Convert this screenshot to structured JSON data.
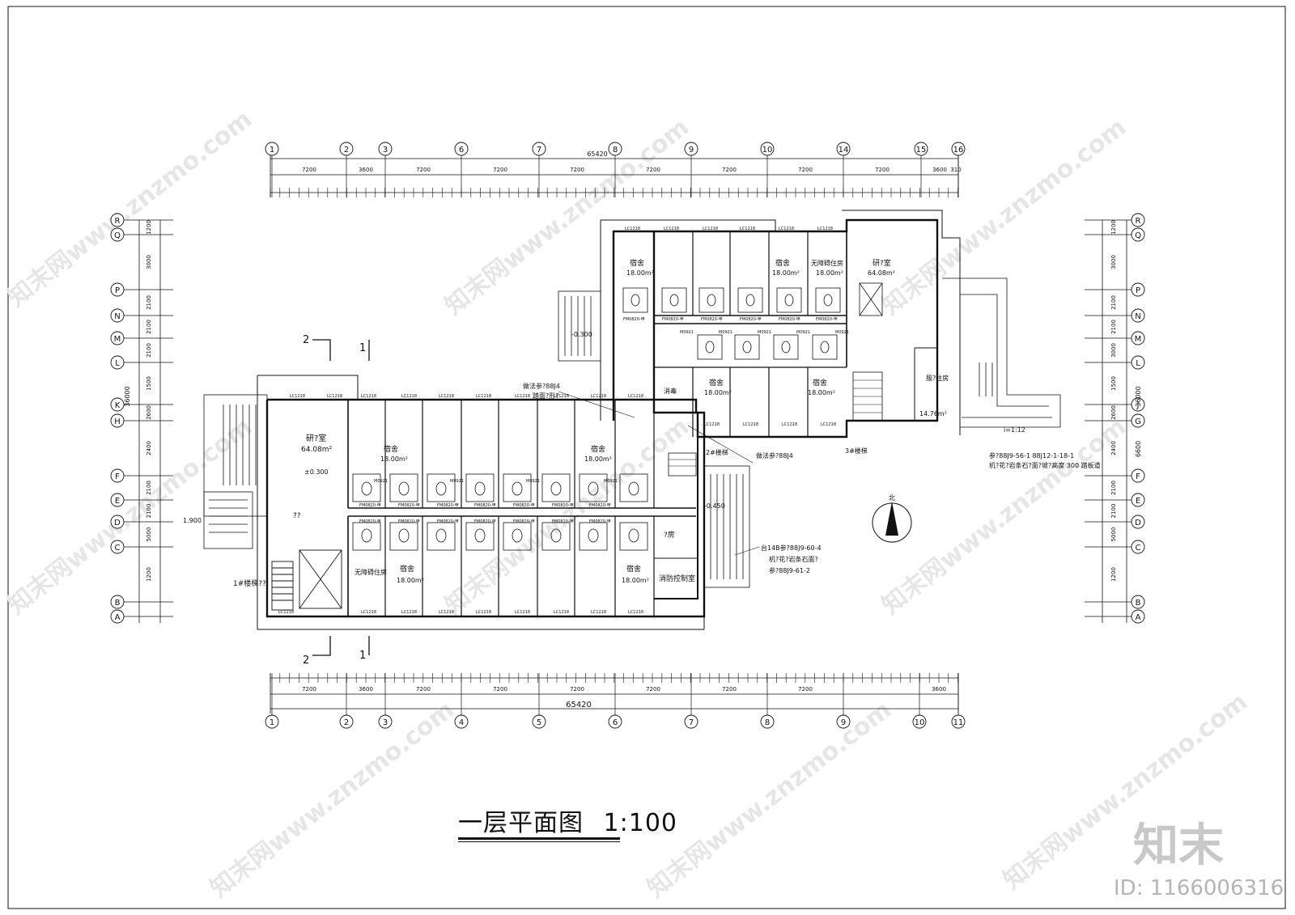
{
  "drawing": {
    "title": "一层平面图",
    "scale": "1:100",
    "total_length": "65420"
  },
  "watermark": {
    "logo": "知末",
    "id_text": "ID: 1166006316",
    "repeat_text": "知末网www.znzmo.com"
  },
  "axes": {
    "top_numbers": [
      "1",
      "2",
      "3",
      "6",
      "7",
      "8",
      "9",
      "10",
      "14",
      "15",
      "16"
    ],
    "bottom_numbers": [
      "1",
      "2",
      "3",
      "4",
      "5",
      "6",
      "7",
      "8",
      "9",
      "10",
      "11"
    ],
    "left_letters": [
      "R",
      "Q",
      "P",
      "N",
      "M",
      "L",
      "K",
      "H",
      "F",
      "E",
      "D",
      "C",
      "B",
      "A"
    ],
    "right_letters": [
      "R",
      "Q",
      "P",
      "N",
      "M",
      "L",
      "J",
      "G",
      "F",
      "E",
      "D",
      "C",
      "B",
      "A"
    ]
  },
  "dims": {
    "top_spans": [
      "7200",
      "3600",
      "7200",
      "7200",
      "7200",
      "7200",
      "7200",
      "7200",
      "7200",
      "3600",
      "310"
    ],
    "bottom_spans": [
      "7200",
      "3600",
      "7200",
      "7200",
      "7200",
      "7200",
      "7200",
      "7200",
      "3600"
    ],
    "left_spans": [
      "1200",
      "3000",
      "2100",
      "2100",
      "2100",
      "1500",
      "2600",
      "2400",
      "2100",
      "2100",
      "5000",
      "1200"
    ],
    "right_spans": [
      "1200",
      "3000",
      "2100",
      "2100",
      "3000",
      "1500",
      "2600",
      "2400",
      "2100",
      "2100",
      "5000",
      "1200"
    ],
    "left_total": "36000",
    "right_total": "36000",
    "right_sub": "6600"
  },
  "rooms": {
    "study_left": "研?室",
    "study_left_area": "64.08m²",
    "study_right": "研?室",
    "study_right_area": "64.08m²",
    "dorm": "宿舍",
    "dorm_area": "18.00m²",
    "accessible": "无障碍住房",
    "accessible_area": "18.00m²",
    "fire_control": "消防控制室",
    "service_room": "服?住房",
    "service_area": "14.76m²",
    "clean": "消毒",
    "duty": "?房",
    "lobby": "??"
  },
  "notes": {
    "stair1": "1#楼梯??",
    "stair2": "2#楼梯",
    "stair3": "3#楼梯",
    "note_a": "做法参?88J4",
    "note_b": "踏面?形?",
    "note_c": "台14B参?88J9-60-4",
    "note_d": "机?花?岩条石面?",
    "note_e": "参?88J9-61-2",
    "note_f": "参?88J9-56-1  88J12-1-18-1",
    "note_g": "机?花?岩条石?面?坡?高度 300 踏板道",
    "ramp": "i=1:12",
    "elev_a": "±0.300",
    "elev_b": "-0.450",
    "elev_c": "1.900",
    "elev_d": "-0.300",
    "sec1": "1",
    "sec2": "2",
    "north": "北"
  },
  "labels": {
    "window": "LC1218",
    "door": "M0921",
    "fire_door": "FM0820-甲"
  }
}
